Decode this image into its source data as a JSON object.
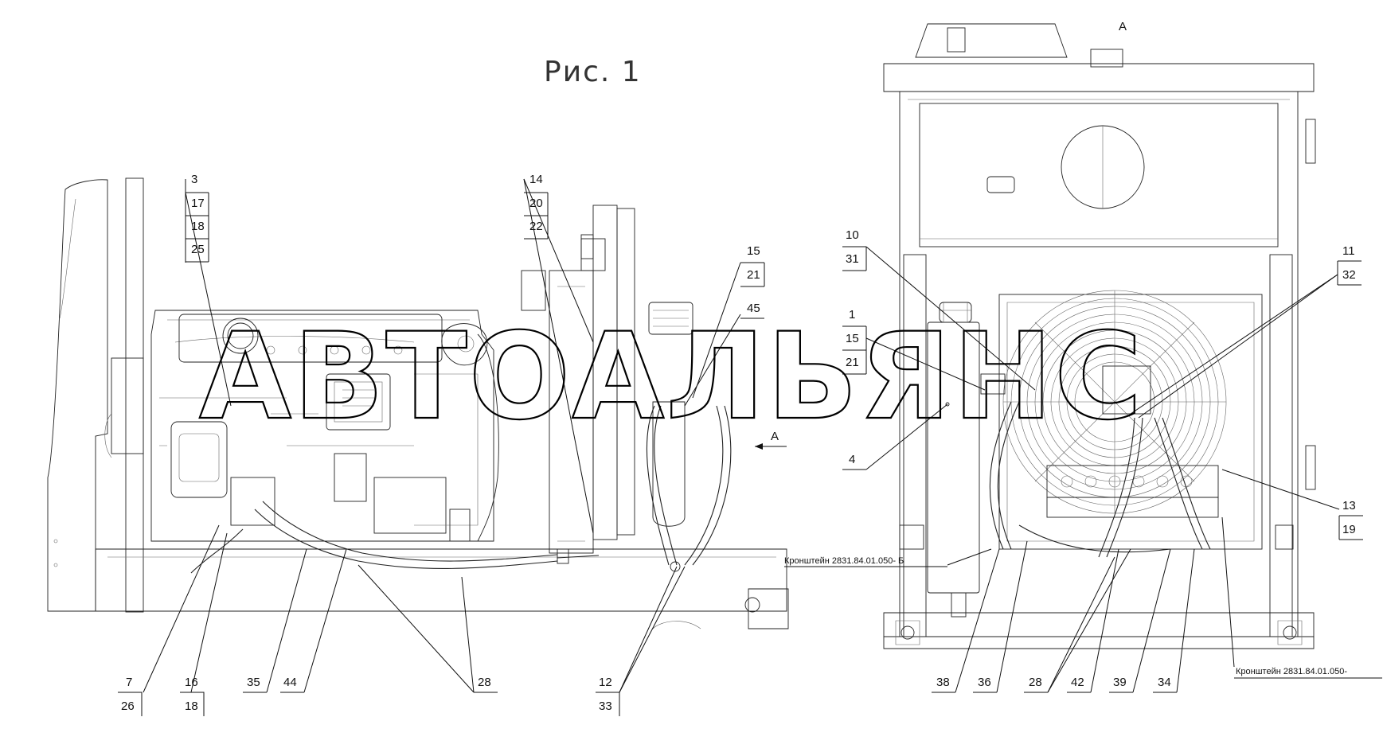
{
  "figure_title": "Рис. 1",
  "view_label": "А",
  "arrow_label": "А",
  "watermark": "АВТОАЛЬЯНС",
  "bracket_label_1": "Кронштейн 2831.84.01.050- Б",
  "bracket_label_2": "Кронштейн 2831.84.01.050-",
  "callouts": {
    "c3": "3",
    "c17": "17",
    "c18a": "18",
    "c25": "25",
    "c14": "14",
    "c20": "20",
    "c22": "22",
    "c15a": "15",
    "c21a": "21",
    "c45": "45",
    "c7": "7",
    "c26": "26",
    "c16": "16",
    "c18b": "18",
    "c35": "35",
    "c44": "44",
    "c28a": "28",
    "c12": "12",
    "c33": "33",
    "c10": "10",
    "c31": "31",
    "c1": "1",
    "c15b": "15",
    "c21b": "21",
    "c4": "4",
    "c11": "11",
    "c32": "32",
    "c13": "13",
    "c19": "19",
    "c38": "38",
    "c36": "36",
    "c28b": "28",
    "c42": "42",
    "c39": "39",
    "c34": "34"
  }
}
